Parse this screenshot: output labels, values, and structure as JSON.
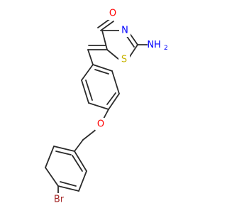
{
  "atoms": {
    "oxygen_carbonyl": {
      "label": "O",
      "color": "#ff0000"
    },
    "nitrogen_ring": {
      "label": "N",
      "color": "#0000ff"
    },
    "amine": {
      "label": "NH",
      "subscript": "2",
      "color": "#0000ff"
    },
    "sulfur": {
      "label": "S",
      "color": "#c7b400"
    },
    "oxygen_ether": {
      "label": "O",
      "color": "#ff0000"
    },
    "bromine": {
      "label": "Br",
      "color": "#a52a2a"
    }
  }
}
